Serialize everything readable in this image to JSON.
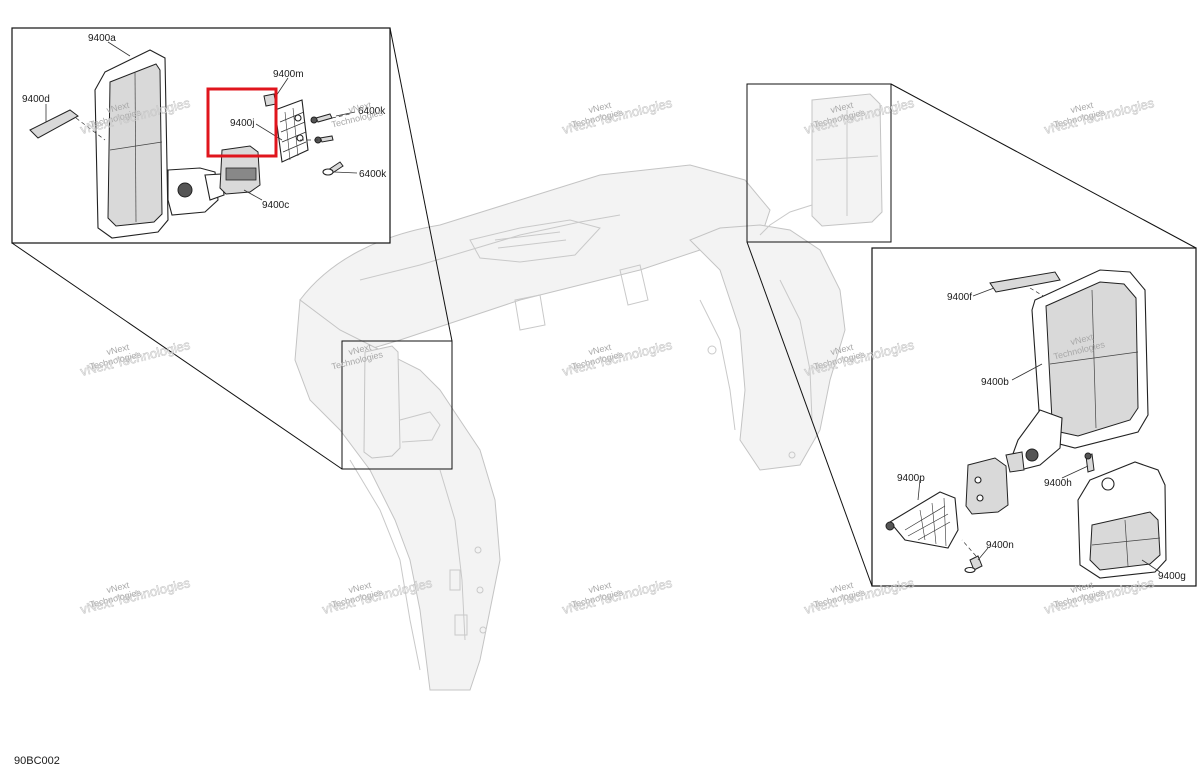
{
  "labels": {
    "top_left_panel": {
      "a": "9400a",
      "d": "9400d",
      "m": "9400m",
      "j": "9400j",
      "c": "9400c",
      "k1": "6400k",
      "k2": "6400k"
    },
    "right_panel": {
      "f": "9400f",
      "b": "9400b",
      "p": "9400p",
      "h": "9400h",
      "n": "9400n",
      "g": "9400g"
    }
  },
  "watermark": {
    "line1": "vNext",
    "line2": "Technologies",
    "big": "vNext Technologies"
  },
  "diagram_code": "90BC002",
  "colors": {
    "highlight": "#e0151d",
    "line": "#222222",
    "ghost": "#c9c9c9"
  }
}
